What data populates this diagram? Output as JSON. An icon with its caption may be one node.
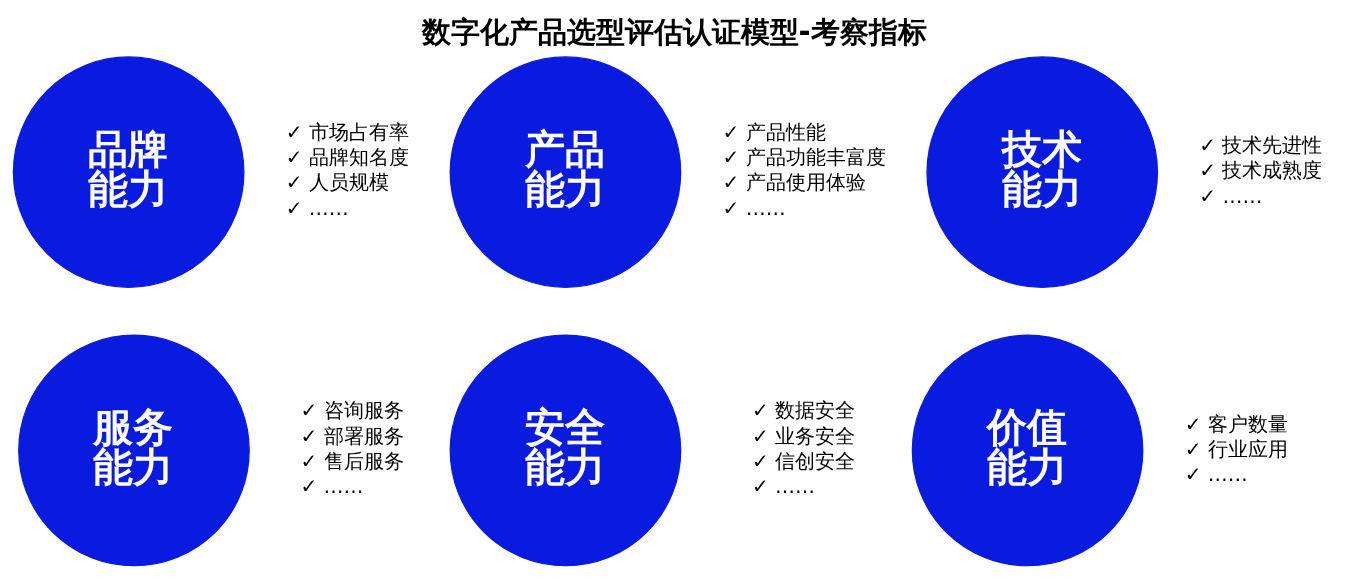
{
  "diagram": {
    "title": "数字化产品选型评估认证模型-考察指标",
    "nodes": [
      {
        "text": [
          "品牌能力"
        ],
        "beside": [
          "✓ 市场占有率",
          "✓ 品牌知名度",
          "✓ 人员规模",
          "✓ ……"
        ]
      },
      {
        "text": [
          "产品能力"
        ],
        "beside": [
          "✓ 产品性能",
          "✓ 产品功能丰富度",
          "✓ 产品使用体验",
          "✓ ……"
        ]
      },
      {
        "text": [
          "技术能力"
        ],
        "beside": [
          "✓ 技术先进性",
          "✓ 技术成熟度",
          "✓ ……"
        ]
      },
      {
        "text": [
          "服务能力"
        ],
        "beside": [
          "✓ 咨询服务",
          "✓ 部署服务",
          "✓ 售后服务",
          "✓ ……"
        ]
      },
      {
        "text": [
          "安全能力"
        ],
        "beside": [
          "✓ 数据安全",
          "✓ 业务安全",
          "✓ 信创安全",
          "✓ ……"
        ]
      },
      {
        "text": [
          "价值能力"
        ],
        "beside": [
          "✓ 客户数量",
          "✓ 行业应用",
          "✓ ……"
        ]
      }
    ],
    "edges": []
  }
}
